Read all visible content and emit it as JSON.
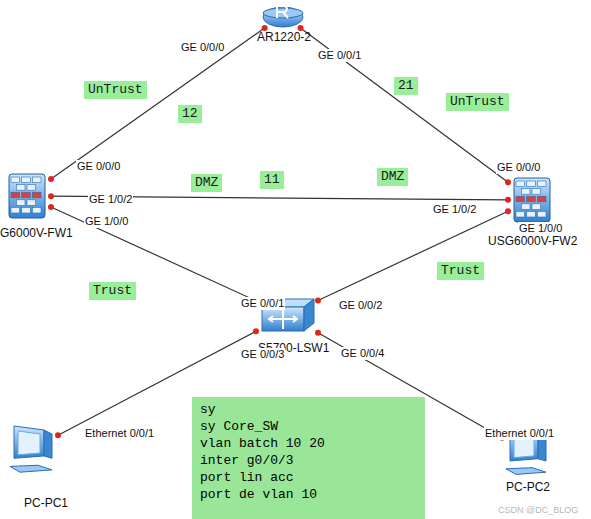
{
  "diagram": {
    "nodes": [
      {
        "text": [
          "AR1220-2"
        ]
      },
      {
        "text": [
          "G6000V-FW1"
        ]
      },
      {
        "text": [
          "USG6000V-FW2"
        ]
      },
      {
        "text": [
          "S5700-LSW1"
        ]
      },
      {
        "text": [
          "PC-PC1"
        ]
      },
      {
        "text": [
          "PC-PC2"
        ]
      },
      {
        "text": [
          "sy",
          "sy Core_SW",
          "vlan batch 10 20",
          "inter g0/0/3",
          "port lin acc",
          "port de vlan 10"
        ]
      }
    ],
    "edges": [
      {
        "from": 0,
        "to": 1,
        "arrow": "none"
      },
      {
        "from": 0,
        "to": 2,
        "arrow": "none"
      },
      {
        "from": 1,
        "to": 2,
        "arrow": "none"
      },
      {
        "from": 1,
        "to": 3,
        "arrow": "none"
      },
      {
        "from": 2,
        "to": 3,
        "arrow": "none"
      },
      {
        "from": 3,
        "to": 4,
        "arrow": "none"
      },
      {
        "from": 3,
        "to": 5,
        "arrow": "none"
      }
    ],
    "labels": [
      "GE 0/0/0",
      "GE 0/0/1",
      "UnTrust",
      "12",
      "21",
      "UnTrust",
      "GE 0/0/0",
      "GE 0/0/0",
      "DMZ",
      "11",
      "DMZ",
      "GE 1/0/2",
      "GE 1/0/2",
      "GE 1/0/0",
      "GE 1/0/0",
      "Trust",
      "Trust",
      "GE 0/0/1",
      "GE 0/0/2",
      "GE 0/0/3",
      "GE 0/0/4",
      "Ethernet 0/0/1",
      "Ethernet 0/0/1",
      "CSDN @DC_BLOG"
    ]
  }
}
